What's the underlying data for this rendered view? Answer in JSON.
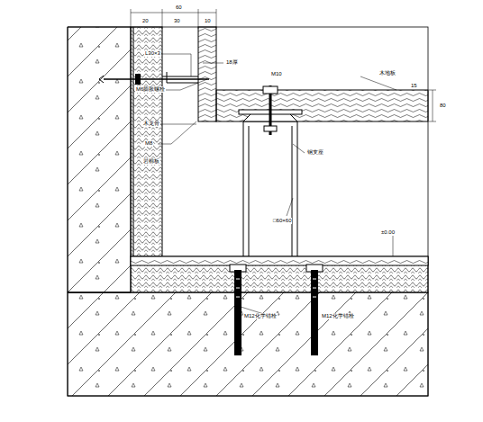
{
  "diagram": {
    "labels": [
      "60",
      "20",
      "30",
      "10",
      "L30×3",
      "M6膨胀螺栓",
      "木龙骨",
      "M8",
      "岩棉板",
      "18厚",
      "M10",
      "木地板",
      "15",
      "80",
      "钢支座",
      "□60×60",
      "±0.00",
      "M12化学锚栓",
      "M12化学锚栓"
    ]
  }
}
